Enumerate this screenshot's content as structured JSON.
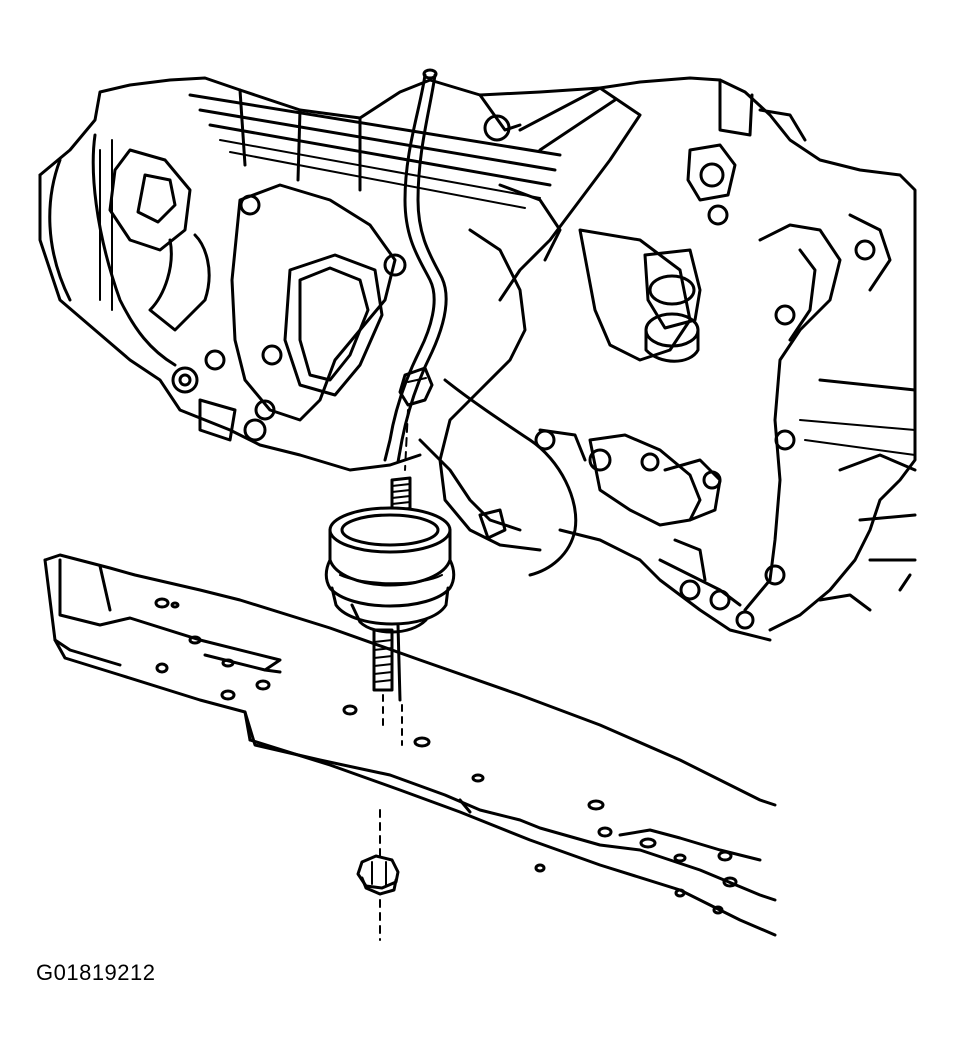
{
  "figure": {
    "code": "G01819212",
    "ink_color": "#000000",
    "background_color": "#ffffff"
  },
  "parts": [
    {
      "name": "engine-block",
      "icon": "engine-block-illustration"
    },
    {
      "name": "engine-mount",
      "icon": "mount-insulator-illustration"
    },
    {
      "name": "upper-mount-stud",
      "icon": "threaded-stud-illustration"
    },
    {
      "name": "lower-mount-stud",
      "icon": "threaded-stud-illustration"
    },
    {
      "name": "frame-crossmember",
      "icon": "crossmember-illustration"
    },
    {
      "name": "mount-nut",
      "icon": "hex-nut-illustration"
    }
  ]
}
